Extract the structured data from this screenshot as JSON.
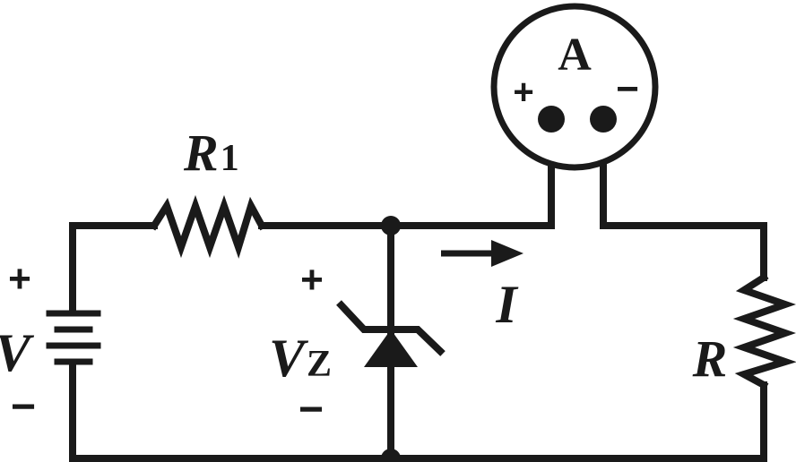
{
  "labels": {
    "r1_main": "R",
    "r1_sub": "1",
    "battery": "V",
    "zener_main": "V",
    "zener_sub": "Z",
    "current": "I",
    "load": "R",
    "ammeter": "A"
  },
  "polarity": {
    "plus": "+",
    "minus": "−"
  }
}
